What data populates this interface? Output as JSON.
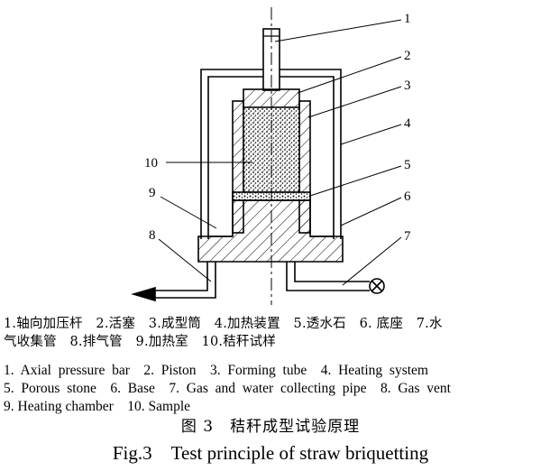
{
  "callouts": [
    "1",
    "2",
    "3",
    "4",
    "5",
    "6",
    "7",
    "8",
    "9",
    "10"
  ],
  "legend_cn": [
    "1.轴向加压杆　2.活塞　3.成型筒　4.加热装置　5.透水石　6. 底座　7.水",
    "气收集管　8.排气管　9.加热室　10.秸秆试样"
  ],
  "legend_en": [
    "1.  Axial  pressure  bar    2.  Piston    3.  Forming  tube    4.  Heating  system",
    "5.  Porous  stone    6.  Base    7.  Gas  and  water  collecting  pipe    8.  Gas  vent",
    "9. Heating chamber    10. Sample"
  ],
  "caption_cn": "图 3　秸秆成型试验原理",
  "caption_en": "Fig.3　Test principle of straw briquetting"
}
